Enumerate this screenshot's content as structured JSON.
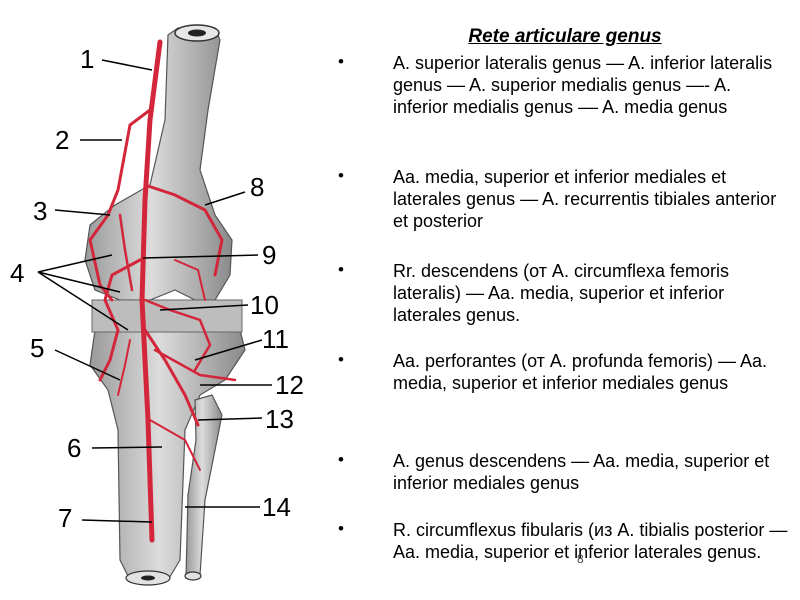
{
  "figure": {
    "labels": [
      "1",
      "2",
      "3",
      "4",
      "5",
      "6",
      "7",
      "8",
      "9",
      "10",
      "11",
      "12",
      "13",
      "14"
    ],
    "colors": {
      "artery": "#d3263a",
      "bone": "#c9c9c9",
      "bone_shade": "#8f8f8f",
      "leader": "#000000"
    }
  },
  "text": {
    "title": "Rete articulare genus",
    "bullets": [
      "A. superior lateralis genus — A. inferior lateralis genus — A. superior medialis genus —- A. inferior medialis genus –– A. media genus",
      "Aa. media, superior et inferior mediales et laterales genus — A. recurrentis tibiales anterior et posterior",
      "Rr. descendens (от A. circumflexa femoris lateralis) — Aa. media, superior et inferior laterales genus.",
      "Aa. perforantes (от A. profunda femoris) — Aa. media, superior et inferior mediales genus",
      "A. genus descendens — Aa. media, superior et inferior mediales genus",
      "R. circumflexus fibularis (из A. tibialis posterior — Aa. media, superior et inferior laterales genus."
    ],
    "bullet_symbol": "•",
    "page_number": "8"
  }
}
